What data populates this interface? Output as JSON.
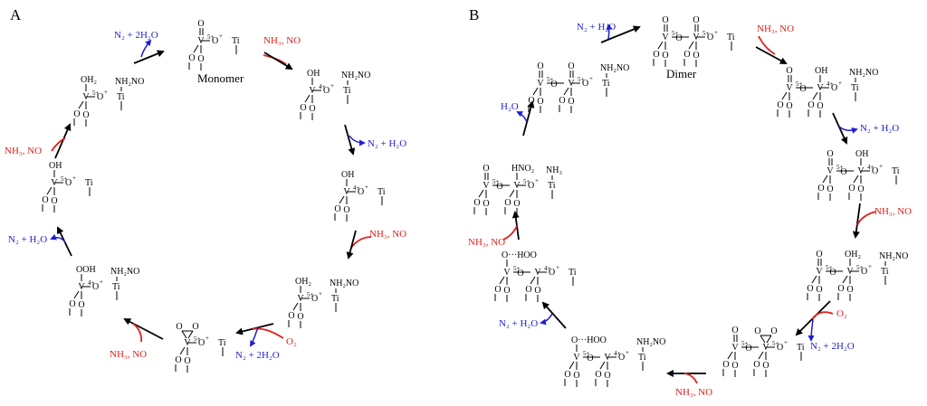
{
  "panels": [
    {
      "label": "A",
      "site": "Monomer"
    },
    {
      "label": "B",
      "site": "Dimer"
    }
  ],
  "reagents": {
    "ammonia_no": "NH₃, NO",
    "n2_water": "N₂ + H₂O",
    "n2_two_water": "N₂ + 2H₂O",
    "oxygen": "O₂",
    "water": "H₂O"
  },
  "groups": {
    "nh2no": "NH₂NO",
    "hno2": "HNO₂",
    "nh3": "NH₃",
    "oh": "OH",
    "oh2": "OH₂",
    "ooh": "OOH",
    "hoo": "O···HOO"
  },
  "atoms": {
    "v": "V",
    "o": "O",
    "ti": "Ti",
    "plus": "+"
  },
  "charges": {
    "v5": "5+",
    "v4": "4+"
  },
  "colors": {
    "black": "#000000",
    "red": "#e0201c",
    "blue": "#1f1fd0"
  }
}
